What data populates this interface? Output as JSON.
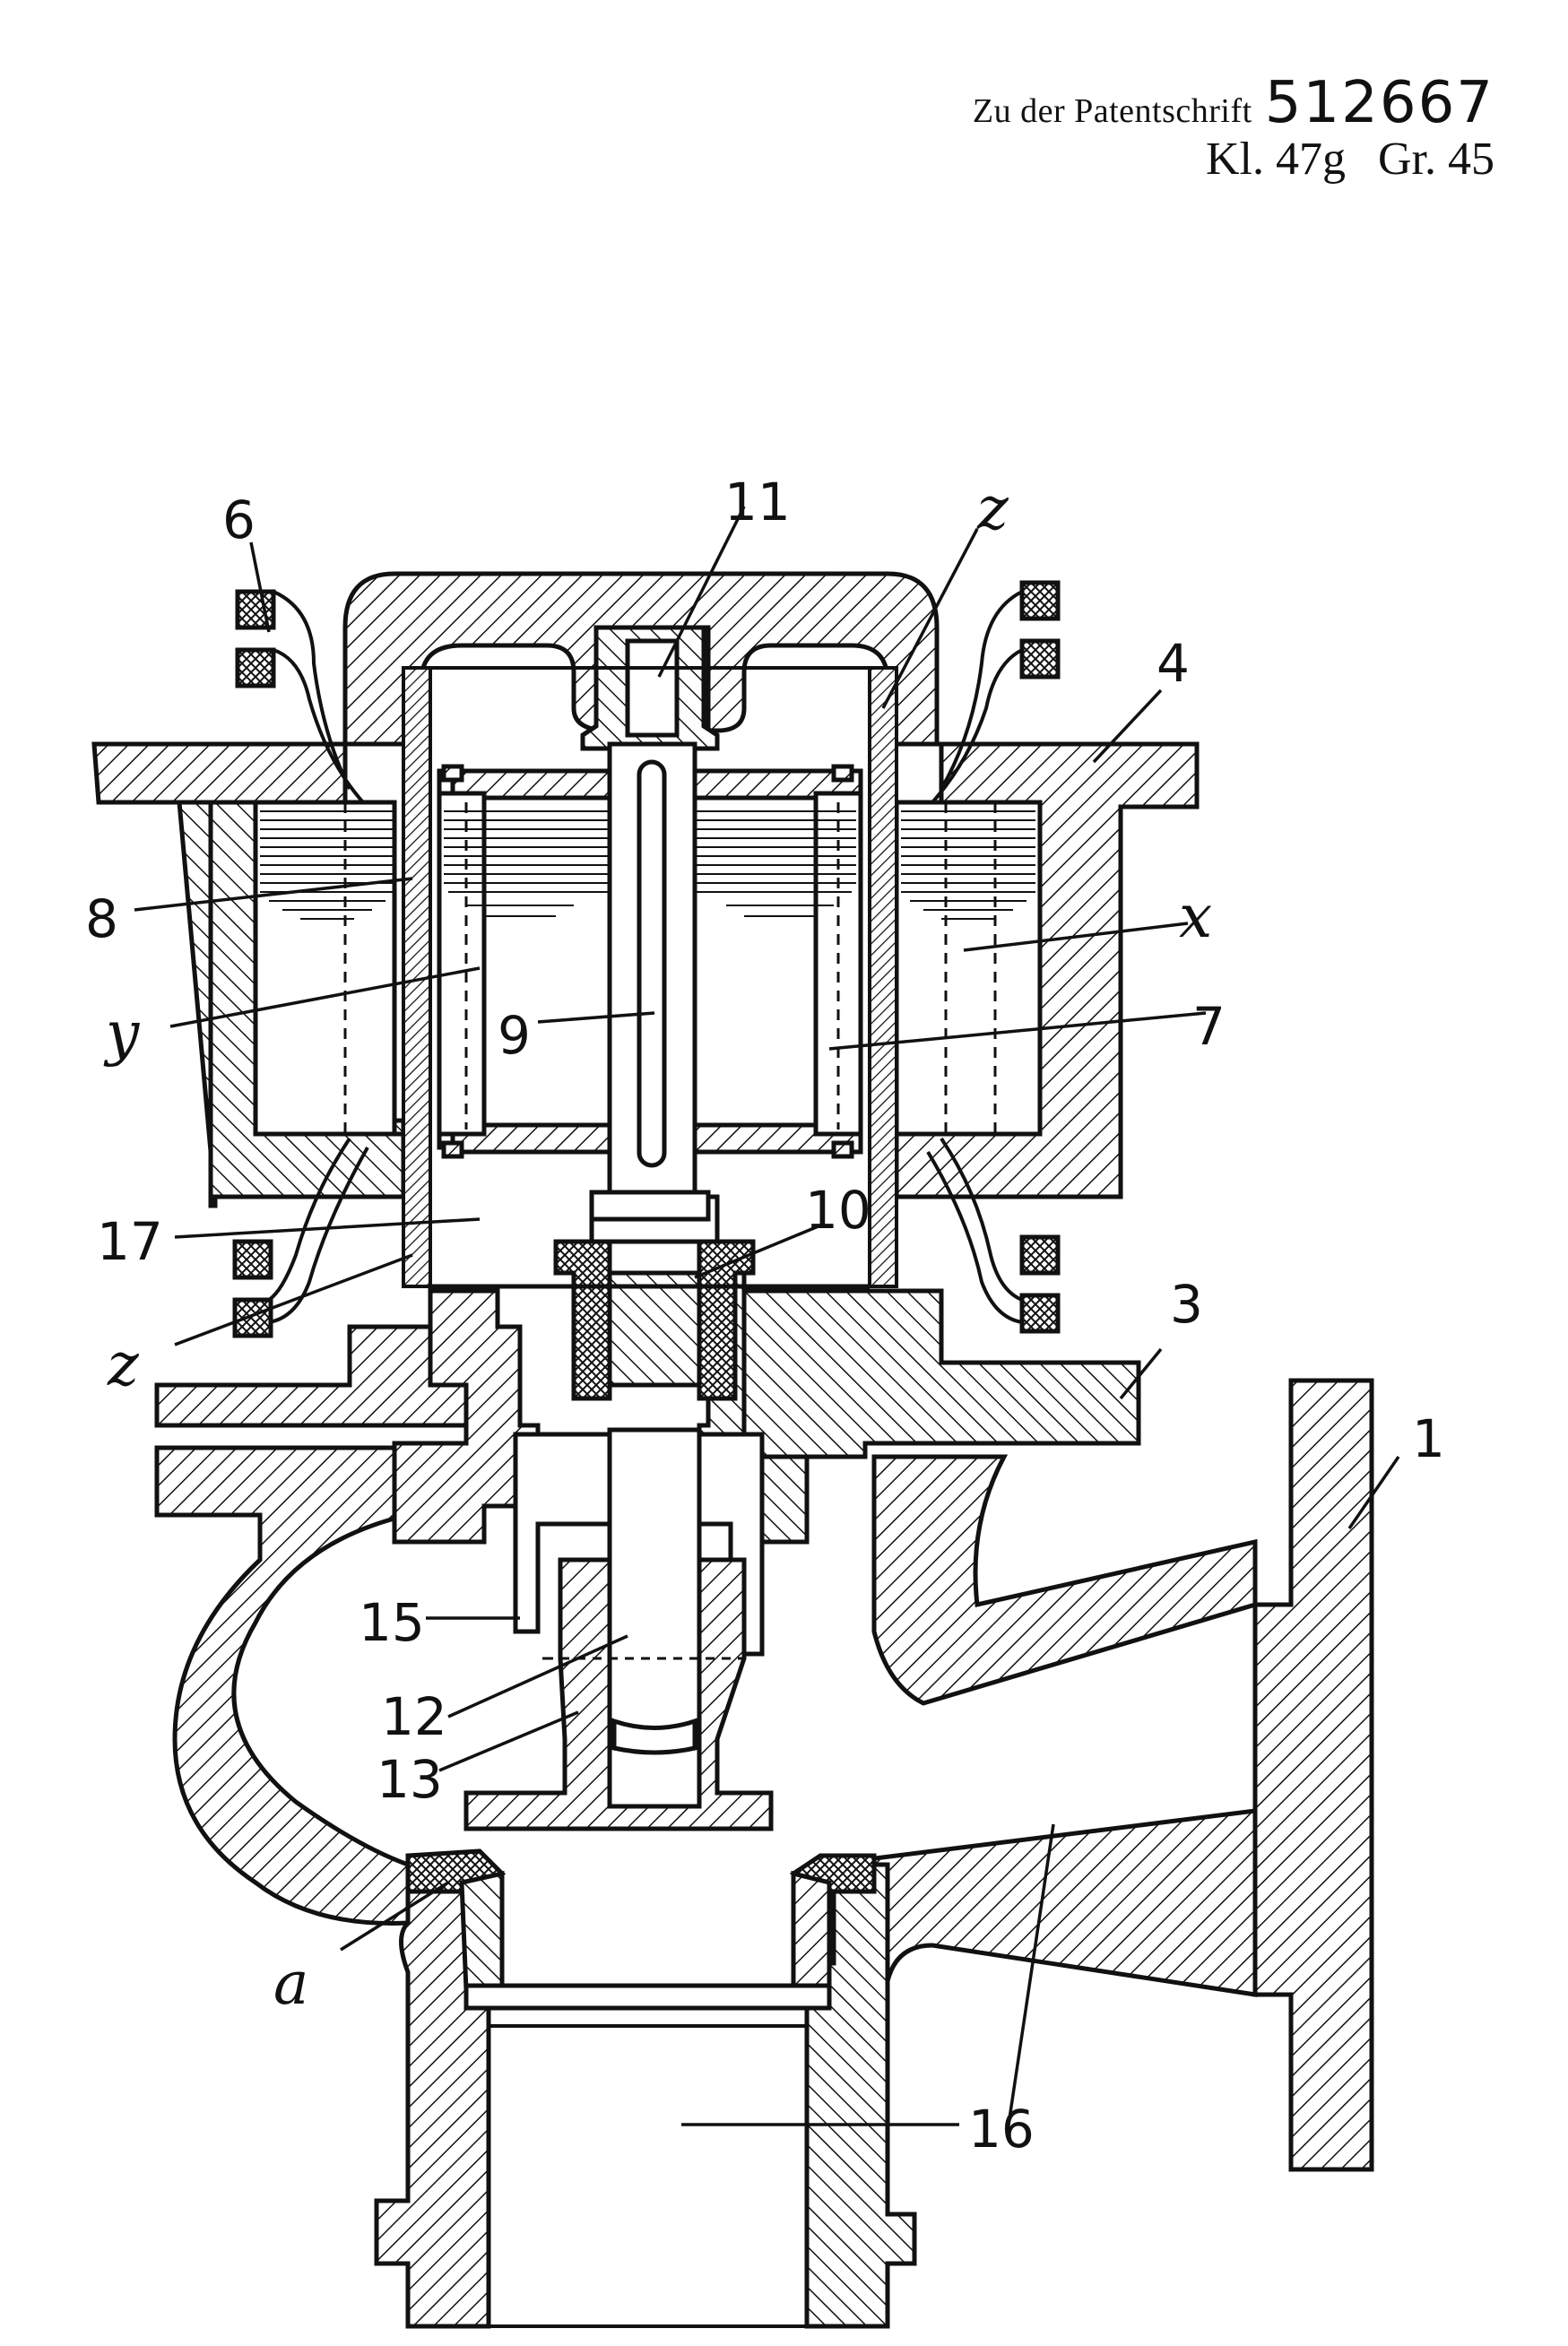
{
  "header": {
    "prefix": "Zu der Patentschrift",
    "patent_number": "512667",
    "class_label": "Kl. 47g",
    "group_label": "Gr. 45"
  },
  "labels": {
    "l1": "1",
    "l3": "3",
    "l4": "4",
    "l6": "6",
    "l7": "7",
    "l8": "8",
    "l9": "9",
    "l10": "10",
    "l11": "11",
    "l12": "12",
    "l13": "13",
    "l15": "15",
    "l16a": "16",
    "l16b": "16",
    "l17": "17",
    "lx": "x",
    "ly": "y",
    "lz_top": "z",
    "lz_bottom": "z",
    "la": "a"
  }
}
